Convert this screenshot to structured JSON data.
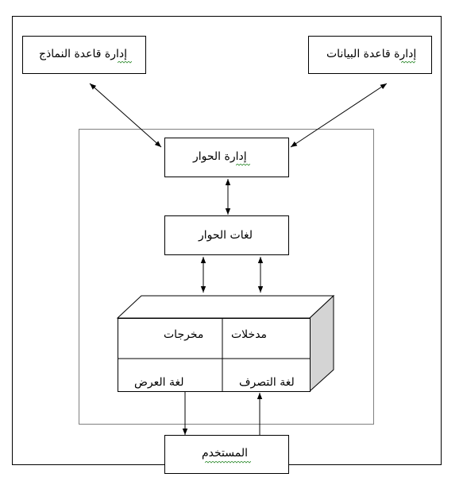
{
  "nodes": {
    "model_base": "إدارة قاعدة النماذج",
    "data_base": "إدارة قاعدة البيانات",
    "dialog_management": "إدارة الحوار",
    "dialog_languages": "لغات الحوار",
    "outputs": "مخرجات",
    "inputs": "مدخلات",
    "display_language": "لغة  العرض",
    "action_language": "لغة التصرف",
    "user": "المستخدم"
  },
  "colors": {
    "line": "#000000",
    "inner_frame": "#808080",
    "box_side": "#d4d4d4",
    "spellcheck": "#2e8b2e"
  }
}
